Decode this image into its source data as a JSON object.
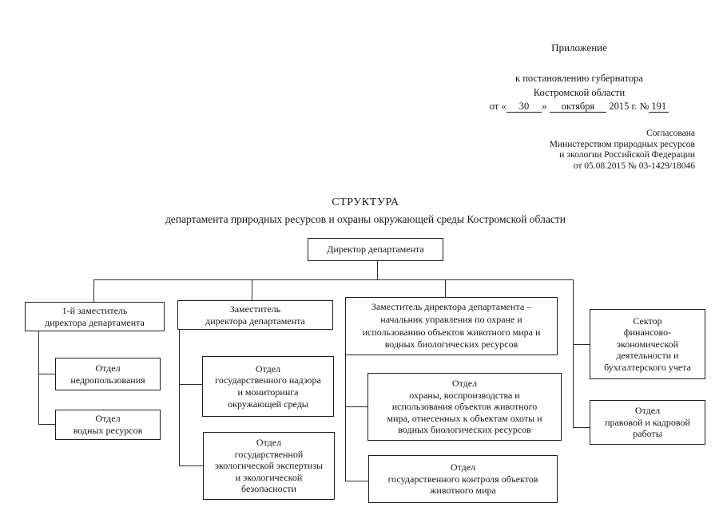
{
  "appendix": {
    "title": "Приложение",
    "line1": "к постановлению губернатора",
    "line2": "Костромской области",
    "date_prefix": "от «",
    "date_day": "30",
    "date_close": "»",
    "date_month": "октября",
    "date_year": "2015 г. №",
    "date_number": "191"
  },
  "approval": {
    "line1": "Согласована",
    "line2": "Министерством природных ресурсов",
    "line3": "и экологии Российской Федерации",
    "line4": "от 05.08.2015 № 03-1429/18046"
  },
  "doc_title": {
    "line1": "СТРУКТУРА",
    "line2": "департамента природных ресурсов и охраны окружающей среды Костромской области"
  },
  "org": {
    "director": "Директор департамента",
    "first_deputy": "1-й заместитель\nдиректора департамента",
    "deputy": "Заместитель\nдиректора департамента",
    "deputy_head": "Заместитель директора департамента –\nначальник управления по охране и\nиспользованию объектов животного мира и\nводных биологических ресурсов",
    "finance_sector": "Сектор\nфинансово-\nэкономической\nдеятельности и\nбухгалтерского учета",
    "subsoil_dept": "Отдел\nнедропользования",
    "water_dept": "Отдел\nводных ресурсов",
    "supervision_dept": "Отдел\nгосударственного надзора\nи мониторинга\nокружающей среды",
    "expertise_dept": "Отдел\nгосударственной\nэкологической экспертизы\nи экологической\nбезопасности",
    "fauna_protection_dept": "Отдел\nохраны, воспроизводства и\nиспользования объектов животного\nмира, отнесенных к объектам охоты и\nводных биологических ресурсов",
    "fauna_control_dept": "Отдел\nгосударственного контроля объектов\nживотного мира",
    "legal_dept": "Отдел\nправовой и кадровой\nработы"
  }
}
